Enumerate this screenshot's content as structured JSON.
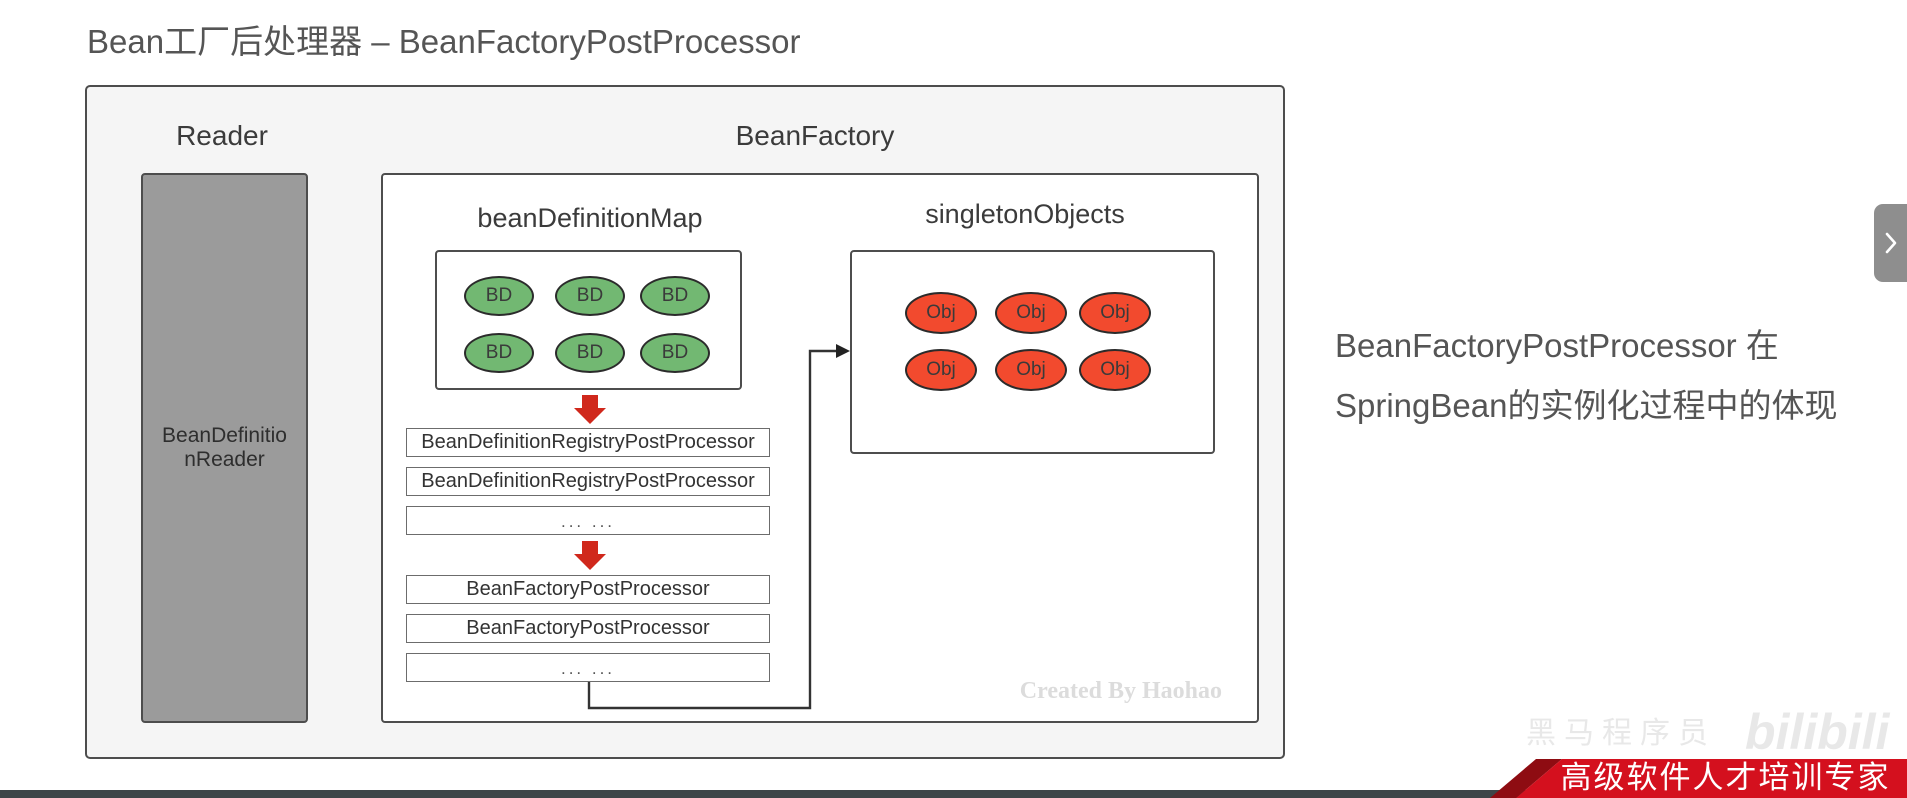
{
  "slide": {
    "title": "Bean工厂后处理器 – BeanFactoryPostProcessor",
    "caption_lines": [
      "BeanFactoryPostProcessor 在",
      "SpringBean的实例化过程中的体现"
    ]
  },
  "diagram": {
    "reader": {
      "heading": "Reader",
      "component": "BeanDefinitionReader"
    },
    "bean_factory": {
      "heading": "BeanFactory",
      "bean_definition_map": {
        "heading": "beanDefinitionMap",
        "entries": [
          "BD",
          "BD",
          "BD",
          "BD",
          "BD",
          "BD"
        ]
      },
      "post_processors": [
        "BeanDefinitionRegistryPostProcessor",
        "BeanDefinitionRegistryPostProcessor",
        "... ...",
        "BeanFactoryPostProcessor",
        "BeanFactoryPostProcessor",
        "... ..."
      ],
      "singleton_objects": {
        "heading": "singletonObjects",
        "entries": [
          "Obj",
          "Obj",
          "Obj",
          "Obj",
          "Obj",
          "Obj"
        ]
      }
    },
    "watermark": "Created By Haohao"
  },
  "navigation": {
    "next_icon": "chevron-right-icon"
  },
  "branding": {
    "watermark_logo": "黑马程序员",
    "site_logo": "bilibili",
    "slogan": "高级软件人才培训专家"
  },
  "colors": {
    "title_text": "#555555",
    "panel_bg": "#f5f5f5",
    "border_dark": "#4d4d4d",
    "reader_fill": "#9b9b9b",
    "bean_definition_fill": "#72b872",
    "singleton_object_fill": "#f24a2e",
    "flow_arrow": "#d0281c",
    "watermark_text": "#dcdcdc",
    "nav_tab": "#8e8e8e",
    "footer_bar": "#3e4548",
    "banner_red": "#d4101e",
    "banner_dark_red": "#8e0c12"
  }
}
